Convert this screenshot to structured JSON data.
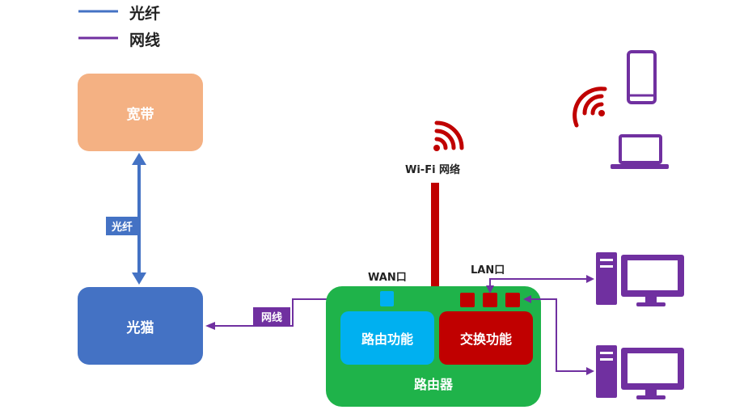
{
  "legend": [
    {
      "label": "光纤",
      "color": "#4472c4"
    },
    {
      "label": "网线",
      "color": "#7030a0"
    }
  ],
  "nodes": {
    "broadband": {
      "label": "宽带",
      "color": "#f4b183"
    },
    "modem": {
      "label": "光猫",
      "color": "#4472c4"
    },
    "router": {
      "label": "路由器",
      "color": "#1fb34a",
      "routing_label": "路由功能",
      "routing_color": "#00b0f0",
      "switch_label": "交换功能",
      "switch_color": "#c00000"
    }
  },
  "edge_tags": {
    "fiber": "光纤",
    "cable": "网线"
  },
  "ports": {
    "wan": "WAN口",
    "lan": "LAN口"
  },
  "wifi_label": "Wi-Fi 网络",
  "colors": {
    "wifi": "#c00000",
    "device": "#7030a0"
  }
}
